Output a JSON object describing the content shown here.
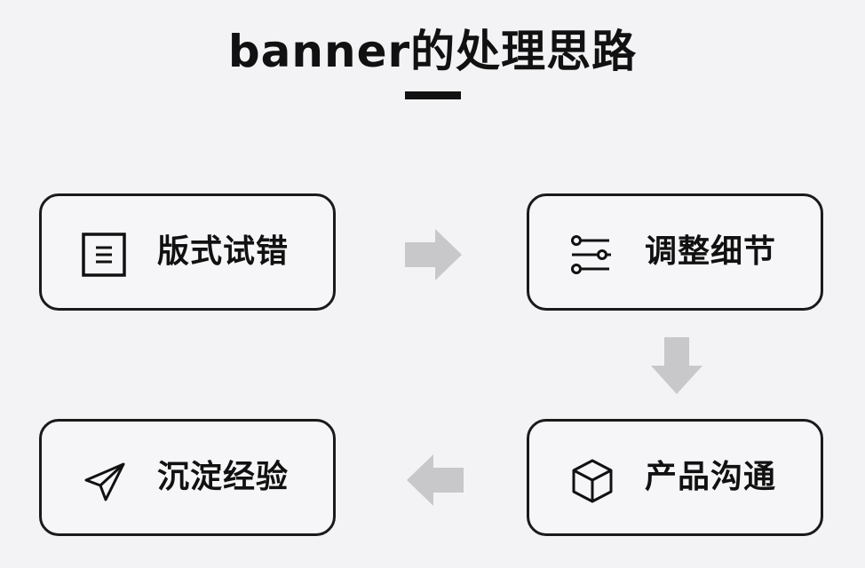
{
  "title": "banner的处理思路",
  "steps": [
    {
      "label": "版式试错",
      "icon": "document-list-icon"
    },
    {
      "label": "调整细节",
      "icon": "sliders-icon"
    },
    {
      "label": "产品沟通",
      "icon": "cube-icon"
    },
    {
      "label": "沉淀经验",
      "icon": "paper-plane-icon"
    }
  ],
  "colors": {
    "background": "#f3f3f5",
    "text": "#111111",
    "border": "#1a1a1a",
    "arrow": "#c8c8ca"
  }
}
